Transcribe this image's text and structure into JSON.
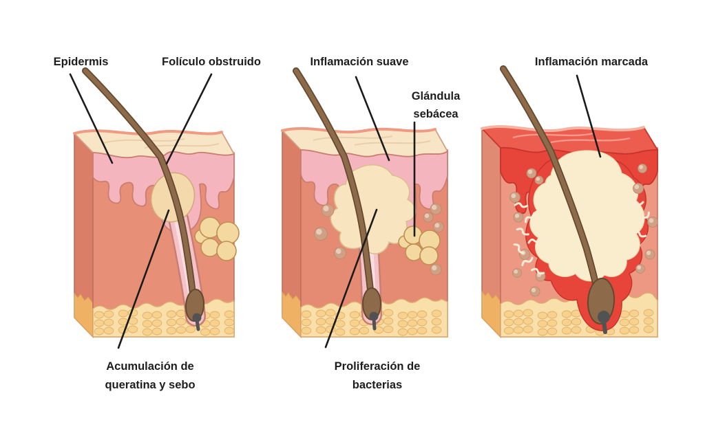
{
  "diagram": {
    "stage1": {
      "label_epidermis": "Epidermis",
      "label_clogged_follicle": "Folículo obstruido",
      "label_accumulation_line1": "Acumulación de",
      "label_accumulation_line2": "queratina y sebo"
    },
    "stage2": {
      "label_mild_inflammation": "Inflamación suave",
      "label_sebaceous_gland_line1": "Glándula",
      "label_sebaceous_gland_line2": "sebácea",
      "label_bacteria_line1": "Proliferación de",
      "label_bacteria_line2": "bacterias"
    },
    "stage3": {
      "label_marked_inflammation": "Inflamación marcada"
    },
    "palette": {
      "background": "#ffffff",
      "label_text": "#1d1d1d",
      "pointer_line": "#1b1b1b",
      "dermis_salmon": "#e88f77",
      "epidermis_pink": "#f4b5be",
      "inflamed_red": "#e7443a",
      "stratum_corneum_cream": "#f7e5c6",
      "keratin_sebum_cream": "#f3d9ab",
      "pus_cream": "#f9edcd",
      "fat_yellow": "#f9e0aa",
      "fat_bubble": "#f6d28e",
      "hair_brown": "#8d6a49",
      "sebaceous_gland_cream": "#f3d8a0",
      "bacteria_dot_tan": "#cfa083"
    }
  }
}
